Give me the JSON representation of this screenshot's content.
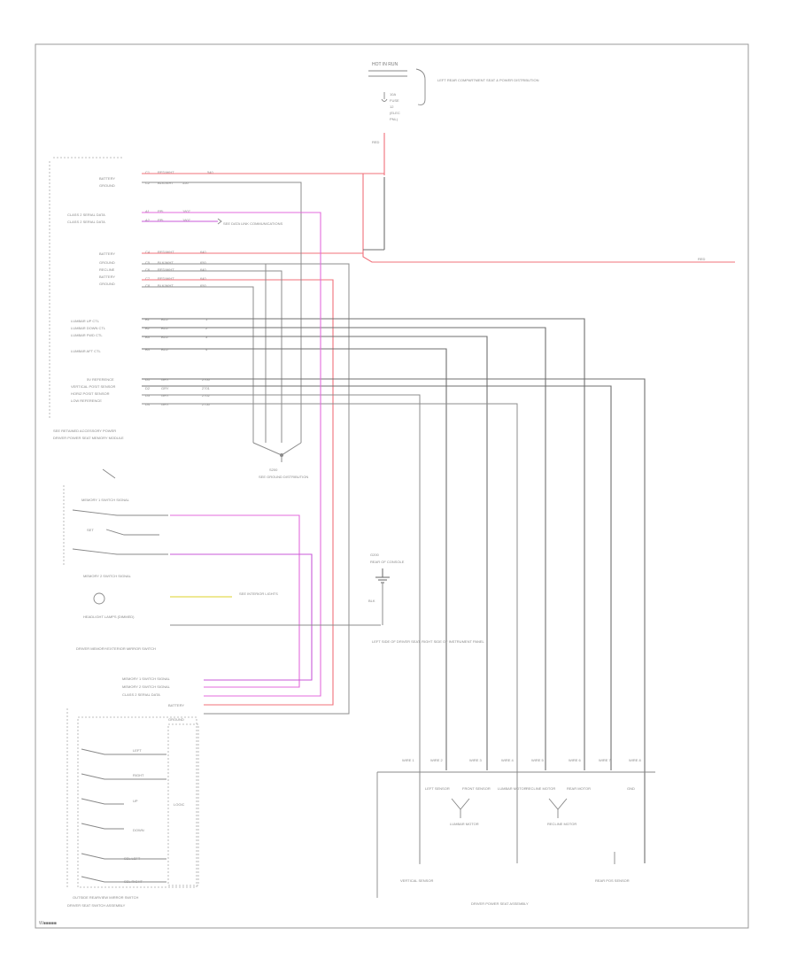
{
  "diagram": {
    "footer_code": "W■■■■■",
    "fuse_block": {
      "title": "HOT IN RUN",
      "fuse_lines": [
        "10A",
        "FUSE",
        "12",
        "(ELEC",
        "PNL)"
      ],
      "note": "LEFT REAR COMPARTMENT SEAT & POWER DISTRIBUTION"
    },
    "wire_id_red": "RED",
    "module_title": "DRIVER POWER SEAT MEMORY MODULE",
    "module_pins": [
      {
        "label": "BATTERY",
        "pin": "C1",
        "color": "RED/WHT",
        "ckt": "540"
      },
      {
        "label": "GROUND",
        "pin": "C2",
        "color": "BLK/WHT",
        "ckt": "550"
      },
      {
        "label": "CLASS 2 SERIAL DATA",
        "pin": "A1",
        "color": "PPL",
        "ckt": "1807"
      },
      {
        "label": "CLASS 2 SERIAL DATA",
        "pin": "A2",
        "color": "PPL",
        "ckt": "1807"
      },
      {
        "label": "BATTERY",
        "pin": "C4",
        "color": "RED/WHT",
        "ckt": "640"
      },
      {
        "label": "GROUND",
        "pin": "C5",
        "color": "BLK/WHT",
        "ckt": "650"
      },
      {
        "label": "RECLINE",
        "pin": "C6",
        "color": "RED/WHT",
        "ckt": "640"
      },
      {
        "label": "BATTERY",
        "pin": "C7",
        "color": "RED/WHT",
        "ckt": "640"
      },
      {
        "label": "GROUND",
        "pin": "C8",
        "color": "BLK/WHT",
        "ckt": "650"
      },
      {
        "label": "LUMBAR UP CTL",
        "pin": "B1",
        "color": "BLU",
        "ckt": "1"
      },
      {
        "label": "LUMBAR DOWN CTL",
        "pin": "B2",
        "color": "BLU",
        "ckt": "2"
      },
      {
        "label": "LUMBAR FWD CTL",
        "pin": "B3",
        "color": "BLU",
        "ckt": "3"
      },
      {
        "label": "LUMBAR AFT CTL",
        "pin": "B4",
        "color": "BLU",
        "ckt": "4"
      },
      {
        "label": "5V REFERENCE",
        "pin": "D1",
        "color": "GRY",
        "ckt": "2700"
      },
      {
        "label": "VERTICAL POSIT SENSOR",
        "pin": "D2",
        "color": "GRY",
        "ckt": "2701"
      },
      {
        "label": "HORIZ POSIT SENSOR",
        "pin": "D3",
        "color": "GRY",
        "ckt": "2702"
      },
      {
        "label": "LOW REFERENCE",
        "pin": "D4",
        "color": "GRY",
        "ckt": "2750"
      }
    ],
    "module_note": "SEE RETAINED ACCESSORY POWER",
    "splice_label": "S200",
    "splice_note": "SEE GROUND DISTRIBUTION",
    "data_link_note": "SEE DATA LINK COMMUNICATIONS",
    "memory_switch": {
      "title": "DRIVER MEMORY/EXTERIOR MIRROR SWITCH",
      "rows": [
        "MEMORY 1 SWITCH SIGNAL",
        "SET",
        "MEMORY 2 SWITCH SIGNAL",
        "HEADLIGHT LAMPS (DIMMED)"
      ],
      "pins": [
        "MEMORY 1 SWITCH SIGNAL",
        "MEMORY 2 SWITCH SIGNAL",
        "CLASS 2 SERIAL DATA",
        "BATTERY"
      ],
      "ground_label": "GROUND",
      "interior_lights_note": "SEE INTERIOR LIGHTS",
      "side_note": "LEFT SIDE OF DRIVER SEAT, RIGHT SIDE OF INSTRUMENT PANEL"
    },
    "seat_switch": {
      "title": "DRIVER SEAT SWITCH ASSEMBLY",
      "subtitle": "OUTSIDE REARVIEW MIRROR SWITCH",
      "rows": [
        "LEFT",
        "RIGHT",
        "UP",
        "DOWN",
        "SEL LEFT",
        "SEL RIGHT"
      ],
      "center_label": "LOGIC"
    },
    "ground": {
      "label": "G200",
      "note": "BLK",
      "caption": "REAR OF CONSOLE"
    },
    "seat_assembly": {
      "title": "DRIVER POWER SEAT ASSEMBLY",
      "columns": [
        "WIRE 1",
        "WIRE 2",
        "WIRE 3",
        "WIRE 4",
        "WIRE 5",
        "WIRE 6",
        "WIRE 7",
        "WIRE 8"
      ],
      "motors": [
        "LEFT SENSOR",
        "FRONT SENSOR",
        "LUMBAR MOTOR",
        "RECLINE MOTOR",
        "REAR MOTOR",
        "GND"
      ],
      "labels": [
        "VERTICAL SENSOR",
        "REAR POS SENSOR"
      ],
      "lumbar_label": "LUMBAR MOTOR",
      "recline_label": "RECLINE MOTOR"
    }
  }
}
